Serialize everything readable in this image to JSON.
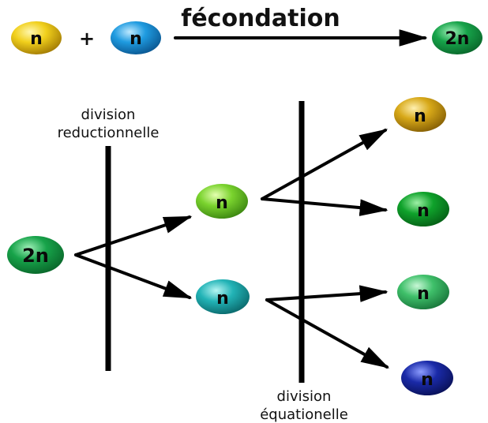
{
  "fertilization": {
    "label": "fécondation",
    "gamete_a": {
      "label": "n",
      "color": "#e8c51a"
    },
    "plus_sign": "+",
    "gamete_b": {
      "label": "n",
      "color": "#1f9be0"
    },
    "zygote": {
      "label": "2n",
      "color": "#17a34a"
    }
  },
  "meiosis": {
    "reductional_label_line1": "division",
    "reductional_label_line2": "reductionnelle",
    "equational_label_line1": "division",
    "equational_label_line2": "équationelle",
    "mother_cell": {
      "label": "2n",
      "color": "#17a34a"
    },
    "daughter_top": {
      "label": "n",
      "color": "#7ad32e"
    },
    "daughter_bottom": {
      "label": "n",
      "color": "#22b3b6"
    },
    "gamete_1": {
      "label": "n",
      "color": "#d7a818"
    },
    "gamete_2": {
      "label": "n",
      "color": "#0fa22b"
    },
    "gamete_3": {
      "label": "n",
      "color": "#3fc06a"
    },
    "gamete_4": {
      "label": "n",
      "color": "#1a2aa8"
    }
  }
}
